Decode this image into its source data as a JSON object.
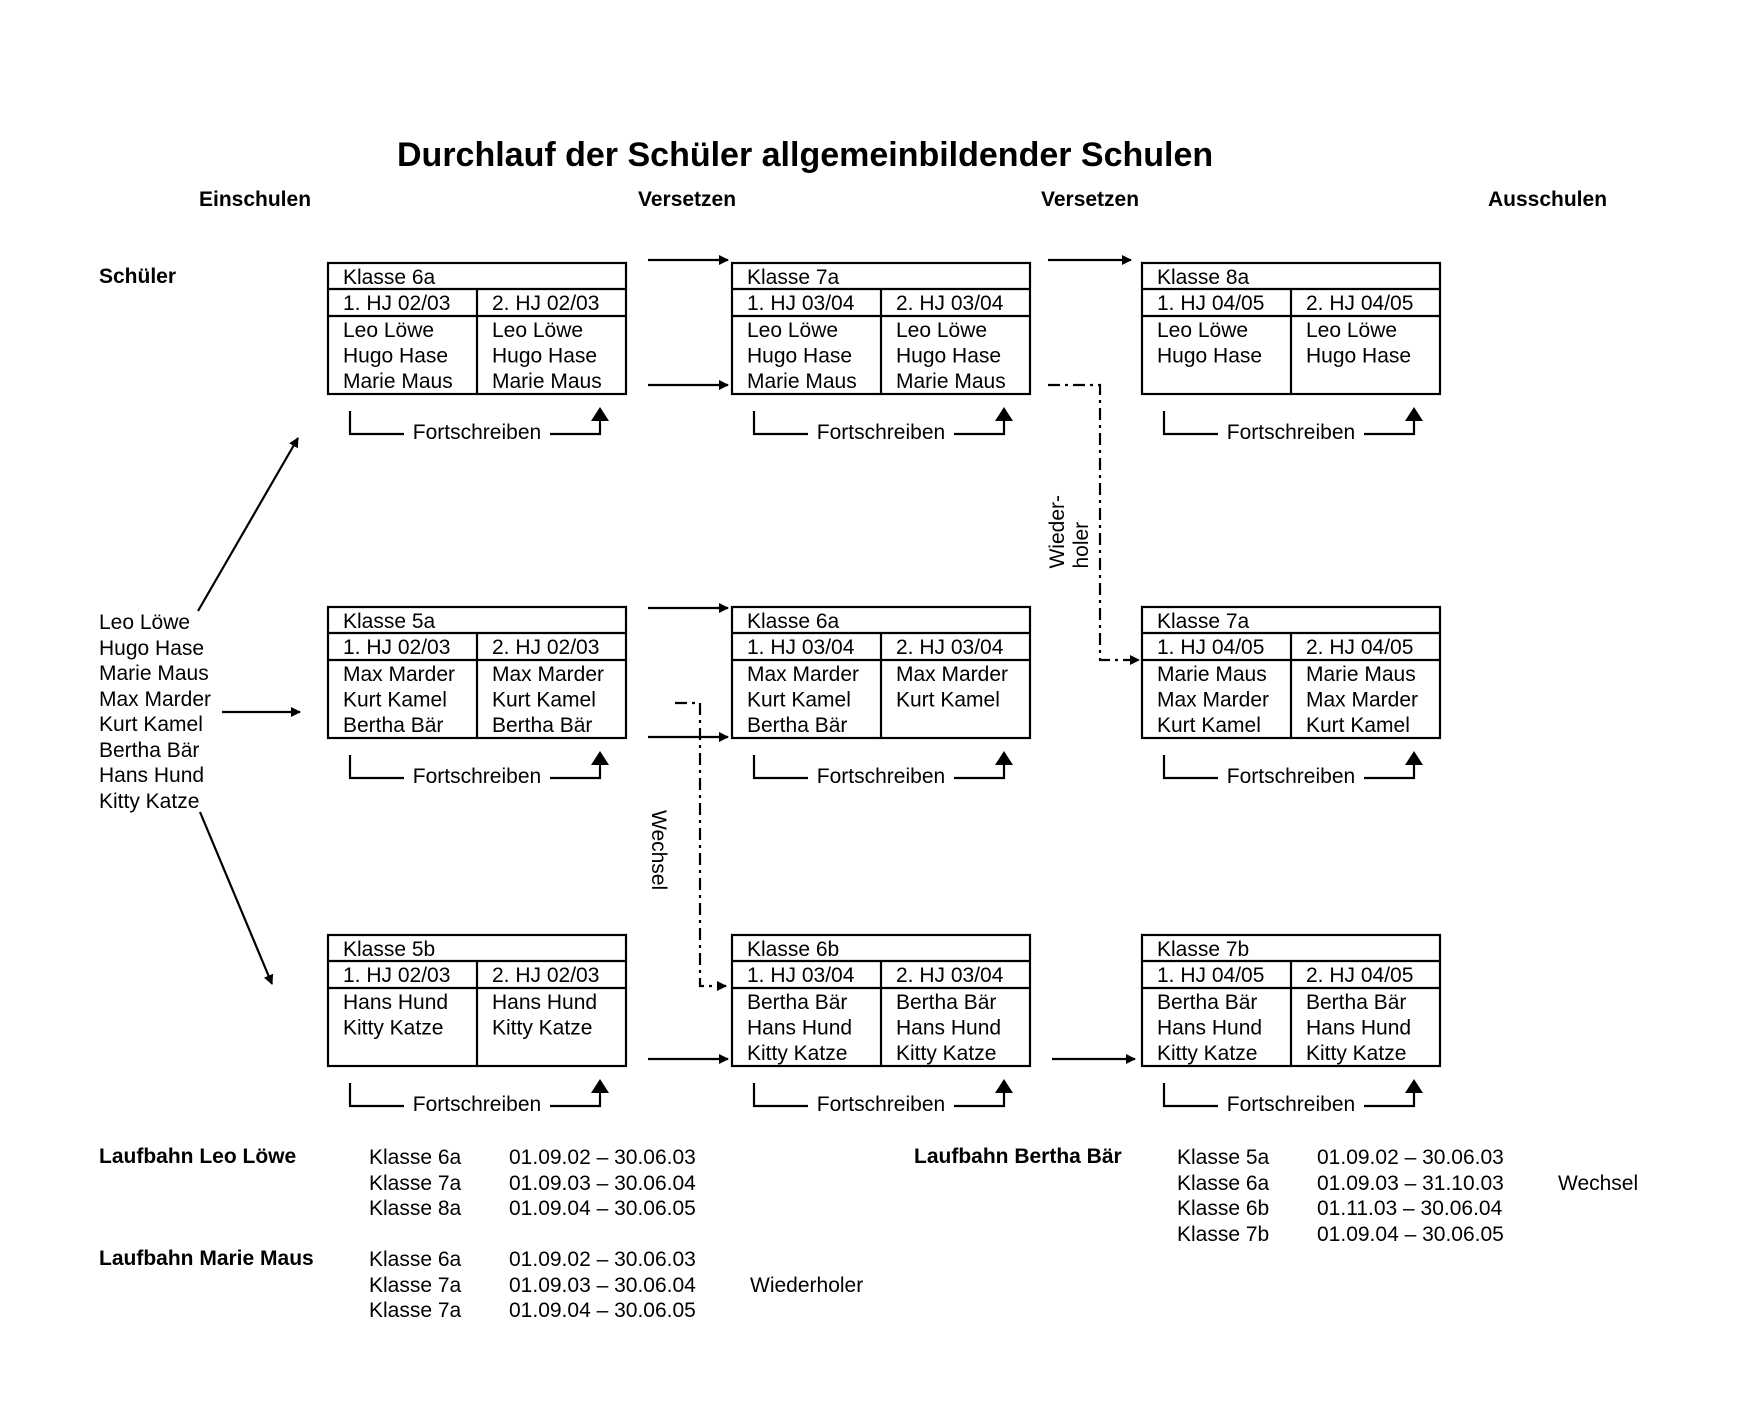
{
  "title": "Durchlauf der Schüler allgemeinbildender Schulen",
  "column_headers": [
    "Einschulen",
    "Versetzen",
    "Versetzen",
    "Ausschulen"
  ],
  "schueler_label": "Schüler",
  "student_list": [
    "Leo Löwe",
    "Hugo Hase",
    "Marie Maus",
    "Max Marder",
    "Kurt Kamel",
    "Bertha Bär",
    "Hans Hund",
    "Kitty Katze"
  ],
  "fortschreiben_label": "Fortschreiben",
  "wiederholer_label": [
    "Wieder-",
    "holer"
  ],
  "wechsel_label": "Wechsel",
  "classes": [
    {
      "id": "r0c0",
      "name": "Klasse 6a",
      "h1": "1. HJ 02/03",
      "h2": "2. HJ 02/03",
      "col1": [
        "Leo Löwe",
        "Hugo Hase",
        "Marie Maus"
      ],
      "col2": [
        "Leo Löwe",
        "Hugo Hase",
        "Marie Maus"
      ]
    },
    {
      "id": "r0c1",
      "name": "Klasse 7a",
      "h1": "1. HJ 03/04",
      "h2": "2. HJ 03/04",
      "col1": [
        "Leo Löwe",
        "Hugo Hase",
        "Marie Maus"
      ],
      "col2": [
        "Leo Löwe",
        "Hugo Hase",
        "Marie Maus"
      ]
    },
    {
      "id": "r0c2",
      "name": "Klasse 8a",
      "h1": "1. HJ 04/05",
      "h2": "2. HJ 04/05",
      "col1": [
        "Leo Löwe",
        "Hugo Hase"
      ],
      "col2": [
        "Leo Löwe",
        "Hugo Hase"
      ]
    },
    {
      "id": "r1c0",
      "name": "Klasse 5a",
      "h1": "1. HJ 02/03",
      "h2": "2. HJ 02/03",
      "col1": [
        "Max Marder",
        "Kurt Kamel",
        "Bertha Bär"
      ],
      "col2": [
        "Max Marder",
        "Kurt Kamel",
        "Bertha Bär"
      ]
    },
    {
      "id": "r1c1",
      "name": "Klasse 6a",
      "h1": "1. HJ 03/04",
      "h2": "2. HJ 03/04",
      "col1": [
        "Max Marder",
        "Kurt Kamel",
        "Bertha Bär"
      ],
      "col2": [
        "Max Marder",
        "Kurt Kamel"
      ]
    },
    {
      "id": "r1c2",
      "name": "Klasse 7a",
      "h1": "1. HJ 04/05",
      "h2": "2. HJ 04/05",
      "col1": [
        "Marie Maus",
        "Max Marder",
        "Kurt Kamel"
      ],
      "col2": [
        "Marie Maus",
        "Max Marder",
        "Kurt Kamel"
      ]
    },
    {
      "id": "r2c0",
      "name": "Klasse 5b",
      "h1": "1. HJ 02/03",
      "h2": "2. HJ 02/03",
      "col1": [
        "Hans Hund",
        "Kitty Katze"
      ],
      "col2": [
        "Hans Hund",
        "Kitty Katze"
      ]
    },
    {
      "id": "r2c1",
      "name": "Klasse 6b",
      "h1": "1. HJ 03/04",
      "h2": "2. HJ 03/04",
      "col1": [
        "Bertha Bär",
        "Hans Hund",
        "Kitty Katze"
      ],
      "col2": [
        "Bertha Bär",
        "Hans Hund",
        "Kitty Katze"
      ]
    },
    {
      "id": "r2c2",
      "name": "Klasse 7b",
      "h1": "1. HJ 04/05",
      "h2": "2. HJ 04/05",
      "col1": [
        "Bertha Bär",
        "Hans Hund",
        "Kitty Katze"
      ],
      "col2": [
        "Bertha Bär",
        "Hans Hund",
        "Kitty Katze"
      ]
    }
  ],
  "laufbahnen": [
    {
      "name": "Laufbahn Leo Löwe",
      "entries": [
        {
          "klasse": "Klasse 6a",
          "zeitraum": "01.09.02 – 30.06.03",
          "note": ""
        },
        {
          "klasse": "Klasse 7a",
          "zeitraum": "01.09.03 – 30.06.04",
          "note": ""
        },
        {
          "klasse": "Klasse 8a",
          "zeitraum": "01.09.04 – 30.06.05",
          "note": ""
        }
      ]
    },
    {
      "name": "Laufbahn Marie Maus",
      "entries": [
        {
          "klasse": "Klasse 6a",
          "zeitraum": "01.09.02 – 30.06.03",
          "note": ""
        },
        {
          "klasse": "Klasse 7a",
          "zeitraum": "01.09.03 – 30.06.04",
          "note": "Wiederholer"
        },
        {
          "klasse": "Klasse 7a",
          "zeitraum": "01.09.04 – 30.06.05",
          "note": ""
        }
      ]
    },
    {
      "name": "Laufbahn Bertha Bär",
      "entries": [
        {
          "klasse": "Klasse 5a",
          "zeitraum": "01.09.02 – 30.06.03",
          "note": ""
        },
        {
          "klasse": "Klasse 6a",
          "zeitraum": "01.09.03 – 31.10.03",
          "note": "Wechsel"
        },
        {
          "klasse": "Klasse 6b",
          "zeitraum": "01.11.03 – 30.06.04",
          "note": ""
        },
        {
          "klasse": "Klasse 7b",
          "zeitraum": "01.09.04 – 30.06.05",
          "note": ""
        }
      ]
    }
  ]
}
